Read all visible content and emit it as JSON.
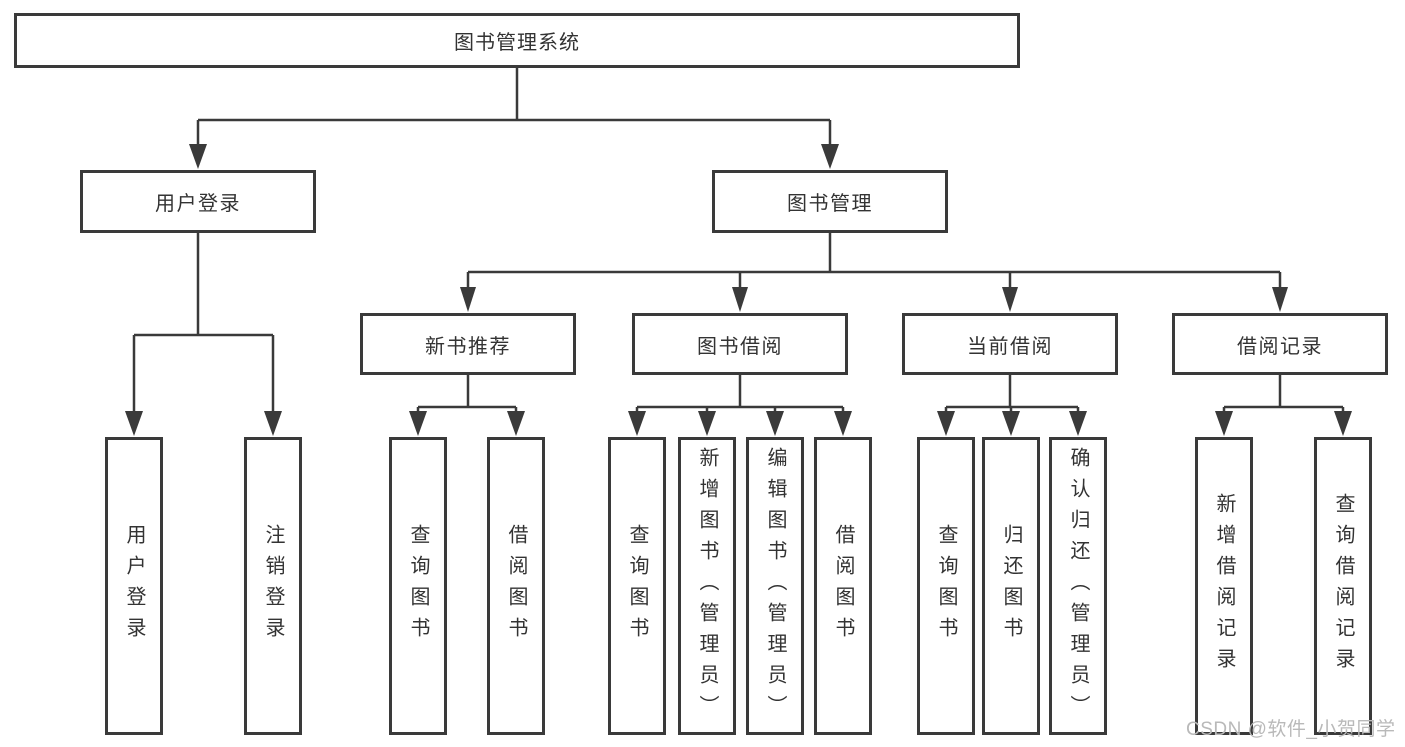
{
  "nodes": {
    "root": {
      "label": "图书管理系统"
    },
    "user_login": {
      "label": "用户登录"
    },
    "book_mgmt": {
      "label": "图书管理"
    },
    "new_book_rec": {
      "label": "新书推荐"
    },
    "book_borrow": {
      "label": "图书借阅"
    },
    "current_borrow": {
      "label": "当前借阅"
    },
    "borrow_record": {
      "label": "借阅记录"
    },
    "leaf_user_login": {
      "label": "用户登录"
    },
    "leaf_logout": {
      "label": "注销登录"
    },
    "leaf_query_book_rec": {
      "label": "查询图书"
    },
    "leaf_borrow_book_rec": {
      "label": "借阅图书"
    },
    "leaf_query_book_borrow": {
      "label": "查询图书"
    },
    "leaf_add_book_admin": {
      "label": "新增图书（管理员）"
    },
    "leaf_edit_book_admin": {
      "label": "编辑图书（管理员）"
    },
    "leaf_borrow_book_borrow": {
      "label": "借阅图书"
    },
    "leaf_query_book_cur": {
      "label": "查询图书"
    },
    "leaf_return_book": {
      "label": "归还图书"
    },
    "leaf_confirm_return_admin": {
      "label": "确认归还（管理员）"
    },
    "leaf_add_borrow_record": {
      "label": "新增借阅记录"
    },
    "leaf_query_borrow_record": {
      "label": "查询借阅记录"
    }
  },
  "watermark": "CSDN @软件_小贺同学",
  "colors": {
    "line": "#3a3a3a",
    "box_border": "#3a3a3a",
    "box_fill": "#ffffff",
    "text": "#333333",
    "watermark": "#b9b9b9",
    "background": "#ffffff"
  }
}
